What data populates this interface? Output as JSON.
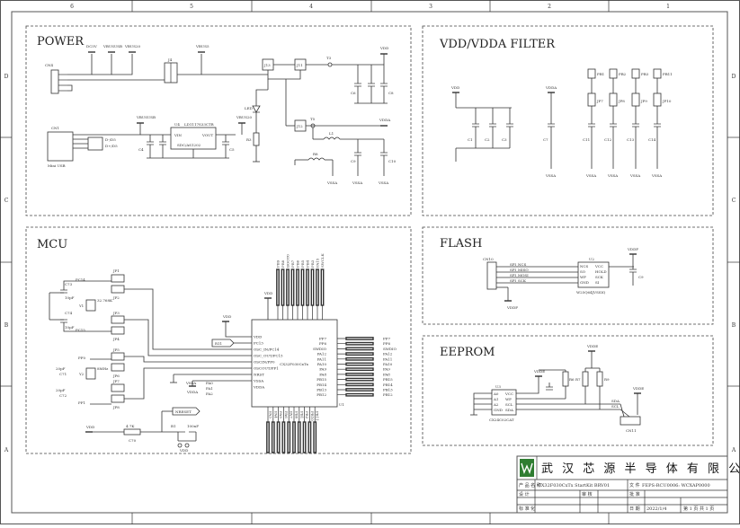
{
  "zones": {
    "top": [
      "6",
      "5",
      "4",
      "3",
      "2",
      "1"
    ],
    "side": [
      "D",
      "C",
      "B",
      "A"
    ]
  },
  "sections": {
    "power": "POWER",
    "filter": "VDD/VDDA FILTER",
    "mcu": "MCU",
    "flash": "FLASH",
    "eeprom": "EEPROM"
  },
  "power": {
    "rails": [
      "DC5V",
      "VBUSUSB",
      "VBUS20",
      "VBUS5"
    ],
    "cn4": "CN4",
    "cn1": "CN1",
    "usb_label": "Mini USB",
    "usb_pins": [
      "D-/D5",
      "D+/D5"
    ],
    "j4": "J4",
    "u4": "U4",
    "reg_name": "LD1117S33CTR",
    "reg_alt": "SDC/AS1202",
    "reg_pins": [
      "VIN",
      "VOUT"
    ],
    "vbusb": "VBUSUSB",
    "vbus20": "VBUS20",
    "led": "LED",
    "r_led": "R3",
    "jumpers": [
      "J13",
      "J11",
      "J12"
    ],
    "t3": "T3",
    "t5": "T5",
    "vdd": "VDD",
    "vdda": "VDDA",
    "l1": "L1",
    "r8": "R8",
    "vssa": "VSSA",
    "caps": [
      "C4",
      "C5",
      "C6",
      "C8",
      "C9",
      "C10"
    ]
  },
  "filter": {
    "vdd": "VDD",
    "vdda": "VDDA",
    "vssa": "VSSA",
    "caps": [
      "C1",
      "C2",
      "C3",
      "C7",
      "C11",
      "C12",
      "C13",
      "C14"
    ],
    "vccs": [
      "PB1",
      "PB2",
      "PB3",
      "PB11"
    ],
    "jps": [
      "JP7",
      "JP8",
      "JP9",
      "JP10"
    ]
  },
  "mcu": {
    "chip": "CX32F030CxTx",
    "u1": "U1",
    "vdd": "VDD",
    "vdda": "VDDA",
    "vssa": "VSSA",
    "nreset": "NRESET",
    "left_pins": [
      "VDD",
      "PC13",
      "OSC_IN/PC14",
      "OSC_OUT/PC15",
      "OSCIN/PF0",
      "OSCOUT/PF1",
      "NRST",
      "VSSA",
      "VDDA",
      "PA0",
      "PA1",
      "PA2"
    ],
    "right_pins": [
      "PF7",
      "PF6",
      "SWDIO",
      "PA12",
      "PA11",
      "PA10",
      "PA9",
      "PA8",
      "PB15",
      "PB14",
      "PB13",
      "PB12"
    ],
    "top_pins": [
      "PB9",
      "PB8",
      "BOOT0",
      "PB7",
      "PB6",
      "PB5",
      "PB4",
      "PB3",
      "PA15",
      "SWCLK"
    ],
    "bottom_pins": [
      "PA3",
      "PA4",
      "PA5",
      "PA6",
      "PA7",
      "PB0",
      "PB1",
      "PB2",
      "PB10",
      "PB11"
    ],
    "parts": [
      "C73",
      "C74",
      "Y1",
      "Y2",
      "JP1",
      "JP2",
      "JP3",
      "JP4",
      "JP5",
      "JP6",
      "JP7",
      "JP8",
      "C71",
      "C72",
      "PC14",
      "PC15",
      "PF0",
      "PF1",
      "PC13",
      "R11",
      "C70",
      "B1",
      "VDD"
    ],
    "xtal": "32.768K",
    "xtal2": "8MHz",
    "cap_vals": [
      "10pF",
      "10pF",
      "20pF",
      "20pF",
      "100nF"
    ],
    "r11_val": "4.7K"
  },
  "flash": {
    "conn": "CN10",
    "u2": "U2",
    "chip": "W25Q64JVSSIQ",
    "vddf": "VDDF",
    "signals": [
      "SPI_NCS",
      "SPI_MISO",
      "SPI_MOSI",
      "SPI_SCK"
    ],
    "left_pins": [
      "NCS",
      "SO",
      "WP",
      "GND"
    ],
    "right_pins": [
      "VCC",
      "HOLD",
      "SCK",
      "SI"
    ],
    "cap": "C9"
  },
  "eeprom": {
    "u3": "U3",
    "chip": "CX24C02CAT",
    "vdde": "VDDE",
    "left_pins": [
      "A0",
      "A1",
      "A2",
      "GND"
    ],
    "right_pins": [
      "VCC",
      "WP",
      "SCL",
      "SDA"
    ],
    "conn": "CN11",
    "resistors": [
      "R6",
      "R7",
      "R9"
    ],
    "signals": [
      "SDA",
      "SCL"
    ]
  },
  "title_block": {
    "company": "武 汉 芯 源 半 导 体 有 限 公 司",
    "product_label": "产 品 名 称",
    "product": "CX32F030CxTx StartKit BRV01",
    "doc_label": "文 件",
    "doc": "FEPS-RCU0006: WCXAP0000",
    "rows": [
      "设 计",
      "审 核",
      "标 准 化"
    ],
    "approve": "批 准",
    "date_label": "日 期",
    "date": "2022/1/4",
    "sheet": "第 1 页  共 1 页"
  }
}
